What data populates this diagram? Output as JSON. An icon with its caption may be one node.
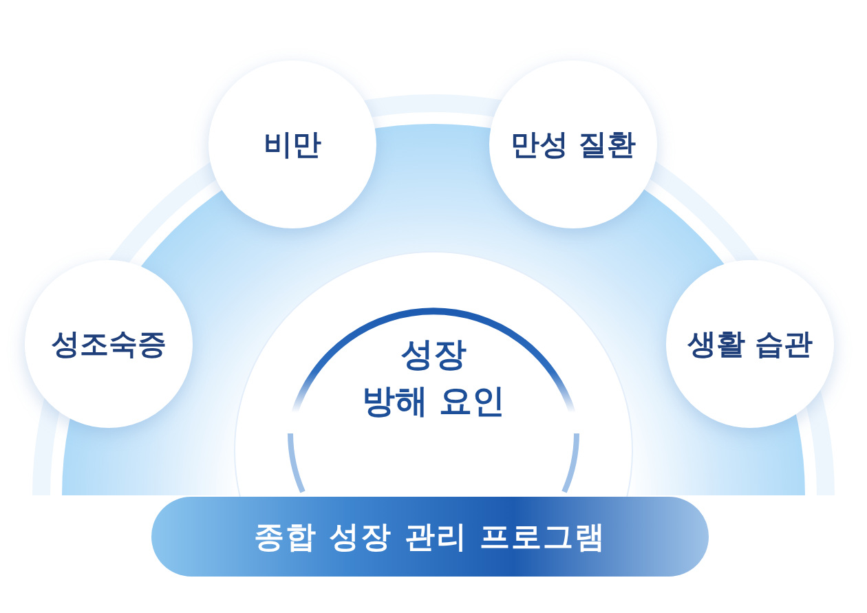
{
  "diagram": {
    "nodes": [
      {
        "text": [
          "성장 방해 요인"
        ]
      },
      {
        "text": [
          "비만"
        ]
      },
      {
        "text": [
          "만성 질환"
        ]
      },
      {
        "text": [
          "성조숙증"
        ]
      },
      {
        "text": [
          "생활 습관"
        ]
      },
      {
        "text": [
          "종합 성장 관리 프로그램"
        ]
      }
    ]
  }
}
